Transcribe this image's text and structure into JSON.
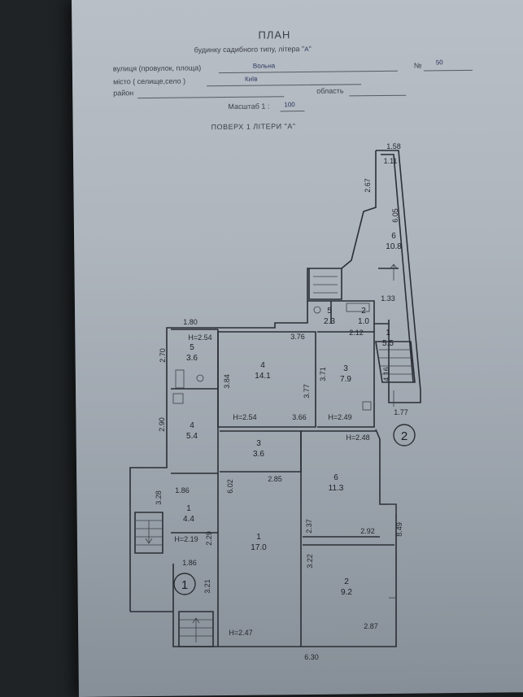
{
  "header": {
    "title": "ПЛАН",
    "subtitle": "будинку садибного типу,  літера \"",
    "subtitle_value": "А",
    "subtitle_end": "\"",
    "street_label": "вулиця (провулок, площа)",
    "street_value": "Вольна",
    "house_label": "№",
    "house_value": "50",
    "city_label": "місто ( селище,село )",
    "city_value": "Київ",
    "district_label": "район",
    "region_label": "область",
    "scale_label": "Масштаб 1 :",
    "scale_value": "100",
    "floor_title": "ПОВЕРХ  1  ЛІТЕРИ \"А\""
  },
  "plan": {
    "dims": {
      "top_tower_w": "1.58",
      "top_tower_inner": "1.11",
      "tower_diag": "2.67",
      "tower_len": "6.05",
      "corr_w": "1.33",
      "corr_len": "4.16",
      "corr_bottom": "1.77",
      "left_top_w": "1.80",
      "left_bath_h": "2.70",
      "left_kitchen_h": "2.90",
      "left_vest_h": "3.28",
      "vest_w": "1.86",
      "porch_w": "1.86",
      "porch_h": "3.21",
      "room4_w": "3.76",
      "room4_h": "3.84",
      "room4_inner_h": "3.77",
      "room4_w2": "3.66",
      "room3_w": "2.12",
      "room3_h": "3.71",
      "room1_h": "6.02",
      "room1_w": "2.85",
      "room1b_h": "2.29",
      "room6_h": "2.37",
      "room6_w": "2.92",
      "room2_h": "3.22",
      "room2_w": "2.87",
      "right_total_h": "8.49",
      "bottom_total_w": "6.30"
    },
    "rooms": [
      {
        "num": "6",
        "area": "10.8"
      },
      {
        "num": "5",
        "area": "2.3"
      },
      {
        "num": "2",
        "area": "1.0"
      },
      {
        "num": "1",
        "area": "5.5"
      },
      {
        "num": "5",
        "area": "3.6"
      },
      {
        "num": "4",
        "area": "14.1"
      },
      {
        "num": "3",
        "area": "7.9"
      },
      {
        "num": "4",
        "area": "5.4"
      },
      {
        "num": "3",
        "area": "3.6"
      },
      {
        "num": "6",
        "area": "11.3"
      },
      {
        "num": "1",
        "area": "4.4"
      },
      {
        "num": "1",
        "area": "17.0"
      },
      {
        "num": "2",
        "area": "9.2"
      }
    ],
    "heights": {
      "h_bath": "H=2.54",
      "h_room4": "H=2.54",
      "h_room3": "H=2.49",
      "h_room6": "H=2.48",
      "h_vest": "H=2.19",
      "h_room1": "H=2.47"
    },
    "markers": [
      "1",
      "2"
    ]
  }
}
